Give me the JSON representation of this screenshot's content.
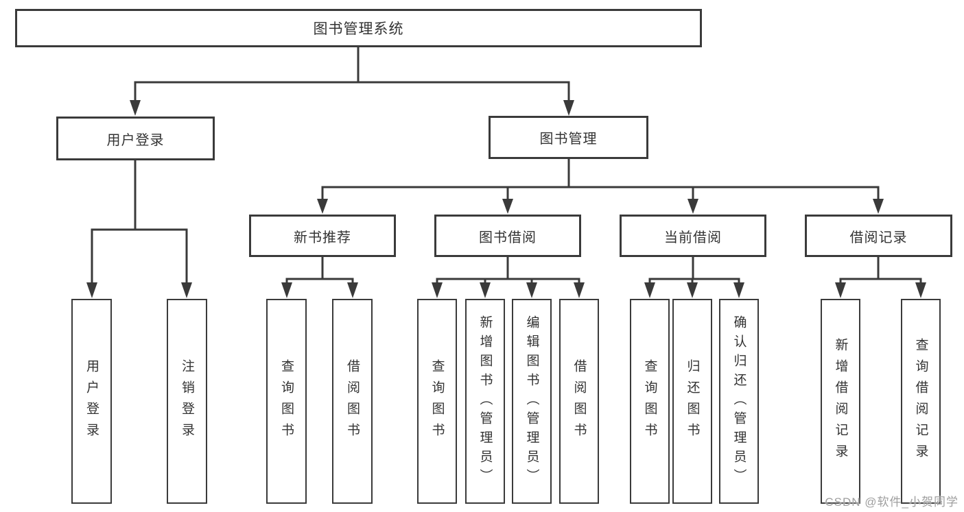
{
  "diagram": {
    "title": "图书管理系统",
    "colors": {
      "line": "#3a3a3a",
      "text": "#333333",
      "background": "#ffffff",
      "watermark": "#9e9e9e"
    },
    "root": {
      "label": "图书管理系统",
      "children": [
        {
          "label": "用户登录",
          "children": [
            {
              "label": "用户登录"
            },
            {
              "label": "注销登录"
            }
          ]
        },
        {
          "label": "图书管理",
          "children": [
            {
              "label": "新书推荐",
              "children": [
                {
                  "label": "查询图书"
                },
                {
                  "label": "借阅图书"
                }
              ]
            },
            {
              "label": "图书借阅",
              "children": [
                {
                  "label": "查询图书"
                },
                {
                  "label": "新增图书（管理员）"
                },
                {
                  "label": "编辑图书（管理员）"
                },
                {
                  "label": "借阅图书"
                }
              ]
            },
            {
              "label": "当前借阅",
              "children": [
                {
                  "label": "查询图书"
                },
                {
                  "label": "归还图书"
                },
                {
                  "label": "确认归还（管理员）"
                }
              ]
            },
            {
              "label": "借阅记录",
              "children": [
                {
                  "label": "新增借阅记录"
                },
                {
                  "label": "查询借阅记录"
                }
              ]
            }
          ]
        }
      ]
    }
  },
  "watermark": {
    "text": "CSDN @软件_小贺同学"
  }
}
